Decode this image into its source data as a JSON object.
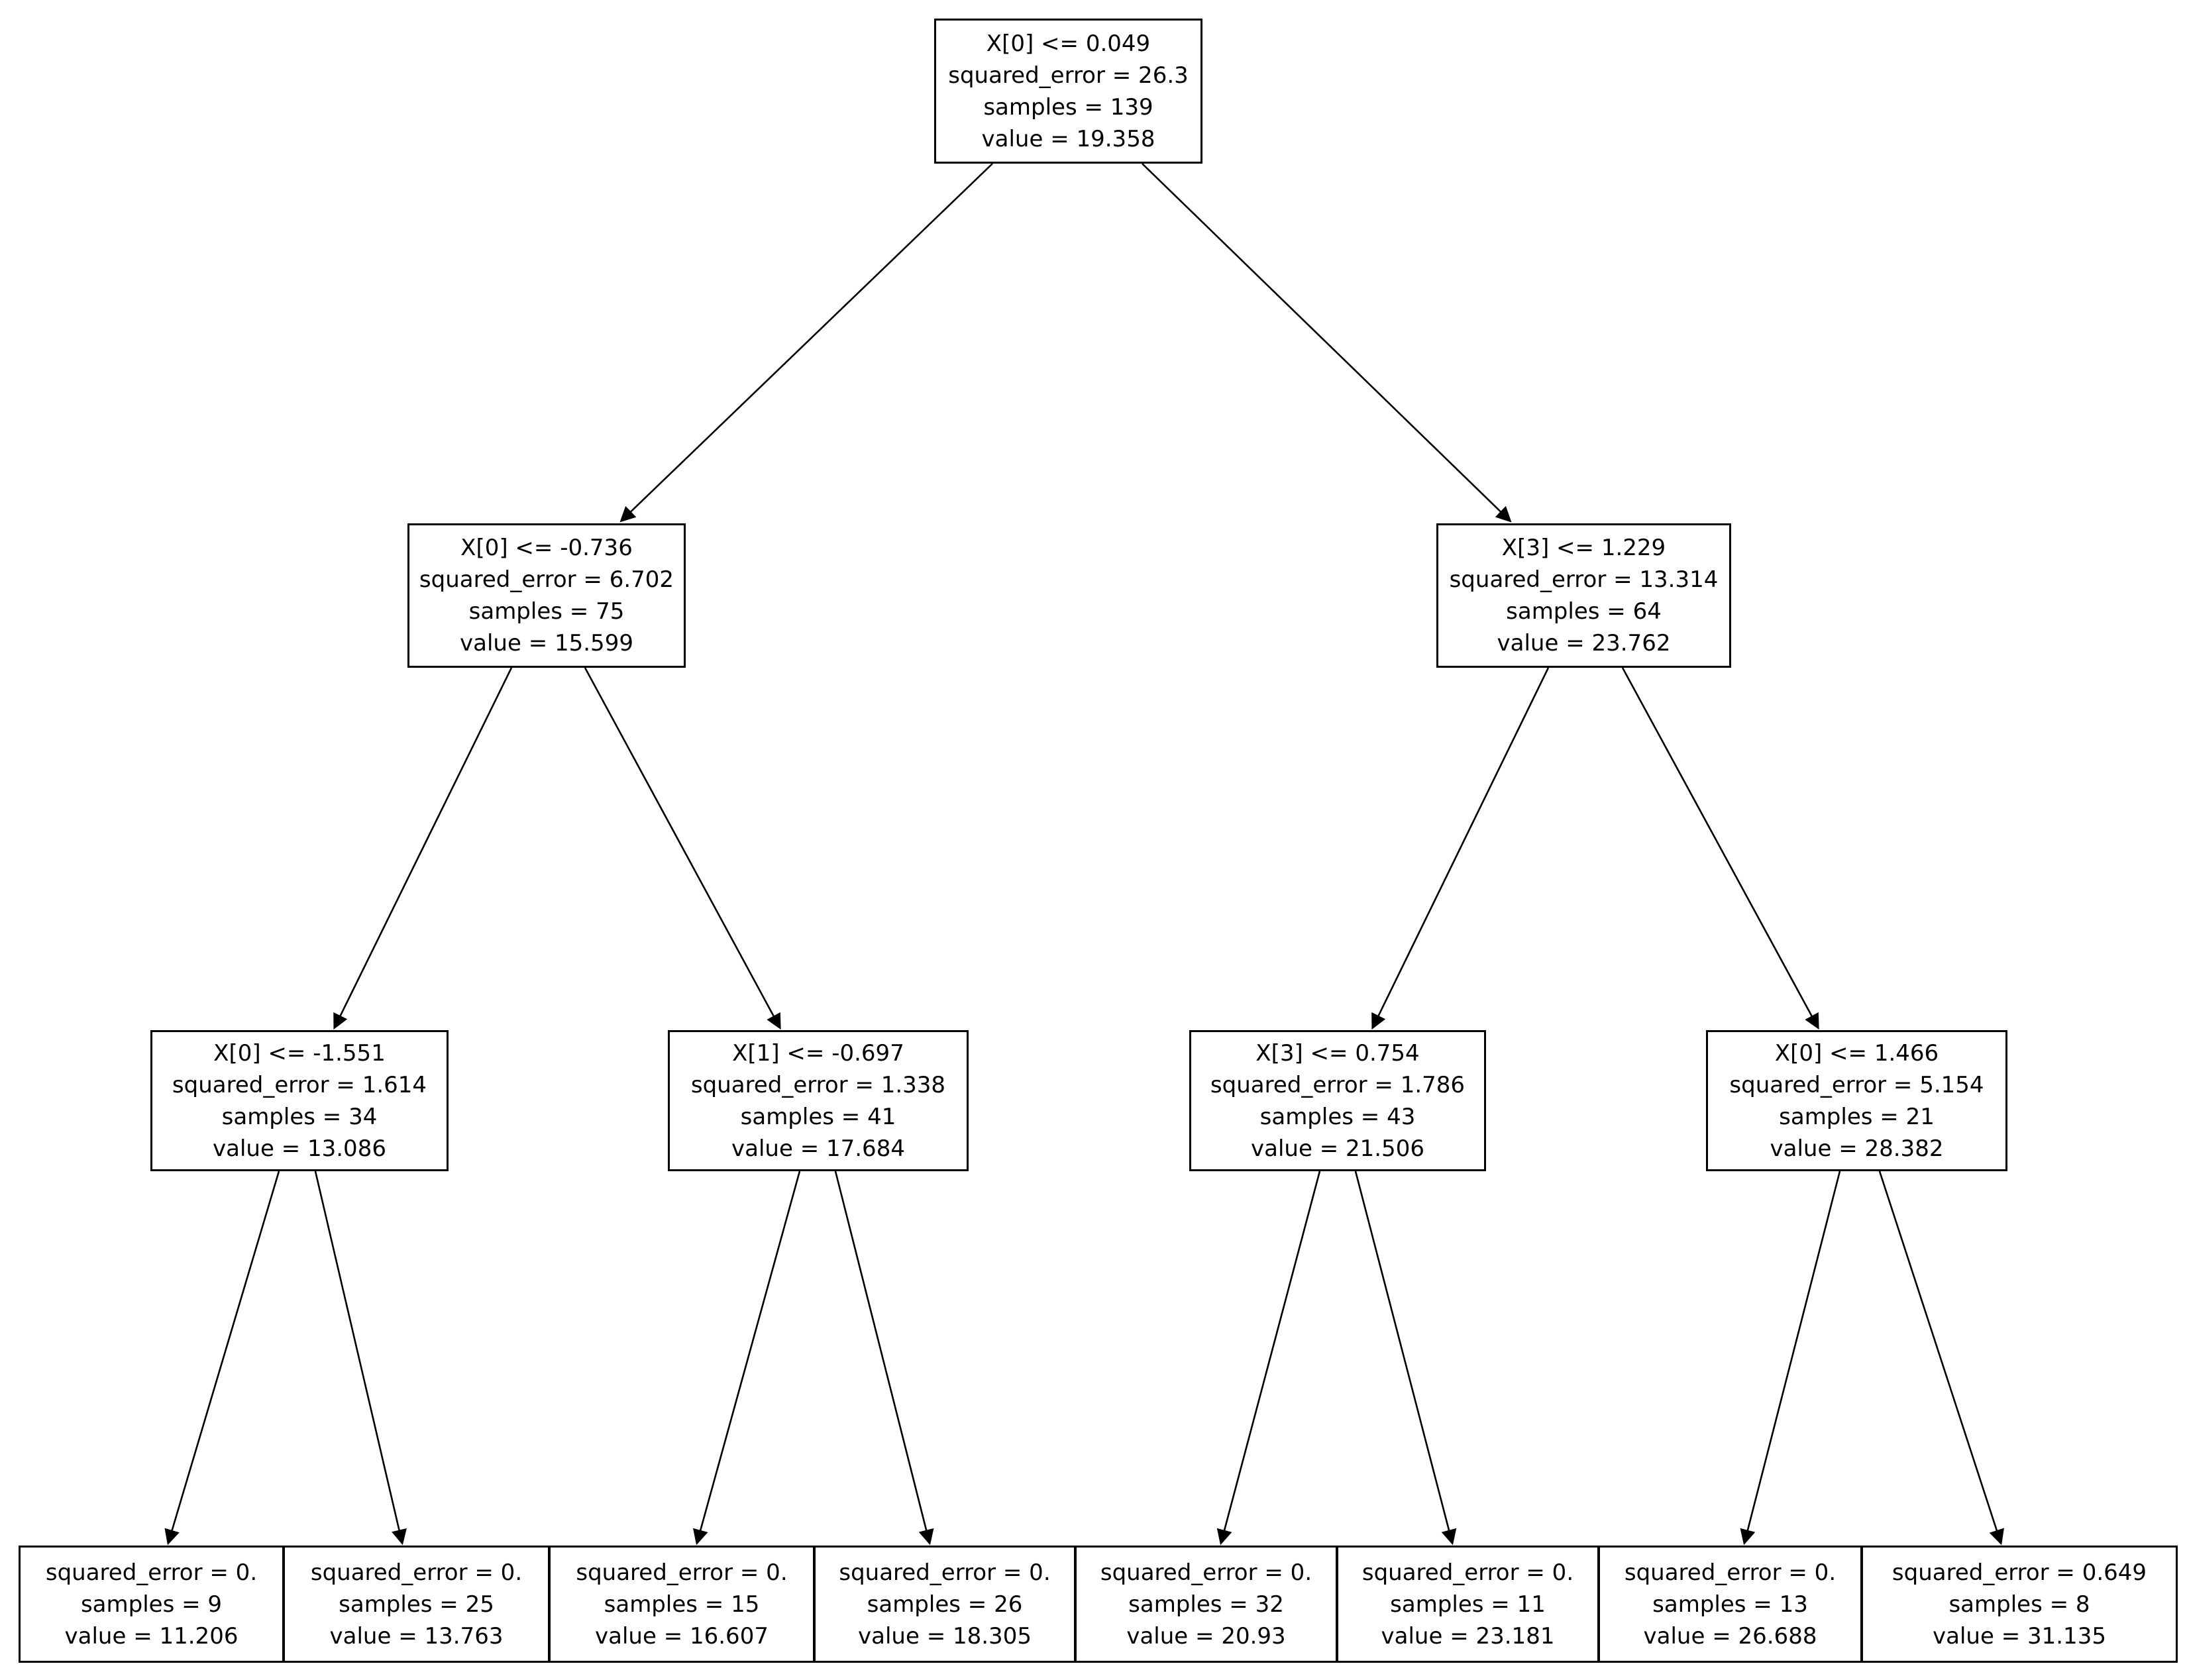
{
  "figure": {
    "background_color": "#ffffff",
    "box_fill_color": "#ffffff",
    "box_border_color": "#000000",
    "text_color": "#000000",
    "arrow_color": "#000000",
    "diagram_type": "decision-tree-regressor-plot"
  },
  "nodes": [
    {
      "id": "root",
      "depth": 0,
      "children": [
        1,
        8
      ],
      "condition": "X[0] <= 0.049",
      "squared_error": "squared_error = 26.3",
      "samples": "samples = 139",
      "value": "value = 19.358"
    },
    {
      "id": "d1-left",
      "depth": 1,
      "children": [
        2,
        5
      ],
      "condition": "X[0] <= -0.736",
      "squared_error": "squared_error = 6.702",
      "samples": "samples = 75",
      "value": "value = 15.599"
    },
    {
      "id": "d2-node1",
      "depth": 2,
      "children": [
        3,
        4
      ],
      "condition": "X[0] <= -1.551",
      "squared_error": "squared_error = 1.614",
      "samples": "samples = 34",
      "value": "value = 13.086"
    },
    {
      "id": "leaf1",
      "depth": 3,
      "children": [],
      "squared_error": "squared_error = 0.",
      "samples": "samples = 9",
      "value": "value = 11.206"
    },
    {
      "id": "leaf2",
      "depth": 3,
      "children": [],
      "squared_error": "squared_error = 0.",
      "samples": "samples = 25",
      "value": "value = 13.763"
    },
    {
      "id": "d2-node2",
      "depth": 2,
      "children": [
        6,
        7
      ],
      "condition": "X[1] <= -0.697",
      "squared_error": "squared_error = 1.338",
      "samples": "samples = 41",
      "value": "value = 17.684"
    },
    {
      "id": "leaf3",
      "depth": 3,
      "children": [],
      "squared_error": "squared_error = 0.",
      "samples": "samples = 15",
      "value": "value = 16.607"
    },
    {
      "id": "leaf4",
      "depth": 3,
      "children": [],
      "squared_error": "squared_error = 0.",
      "samples": "samples = 26",
      "value": "value = 18.305"
    },
    {
      "id": "d1-right",
      "depth": 1,
      "children": [
        9,
        12
      ],
      "condition": "X[3] <= 1.229",
      "squared_error": "squared_error = 13.314",
      "samples": "samples = 64",
      "value": "value = 23.762"
    },
    {
      "id": "d2-node3",
      "depth": 2,
      "children": [
        10,
        11
      ],
      "condition": "X[3] <= 0.754",
      "squared_error": "squared_error = 1.786",
      "samples": "samples = 43",
      "value": "value = 21.506"
    },
    {
      "id": "leaf5",
      "depth": 3,
      "children": [],
      "squared_error": "squared_error = 0.",
      "samples": "samples = 32",
      "value": "value = 20.93"
    },
    {
      "id": "leaf6",
      "depth": 3,
      "children": [],
      "squared_error": "squared_error = 0.",
      "samples": "samples = 11",
      "value": "value = 23.181"
    },
    {
      "id": "d2-node4",
      "depth": 2,
      "children": [
        13,
        14
      ],
      "condition": "X[0] <= 1.466",
      "squared_error": "squared_error = 5.154",
      "samples": "samples = 21",
      "value": "value = 28.382"
    },
    {
      "id": "leaf7",
      "depth": 3,
      "children": [],
      "squared_error": "squared_error = 0.",
      "samples": "samples = 13",
      "value": "value = 26.688"
    },
    {
      "id": "leaf8",
      "depth": 3,
      "children": [],
      "squared_error": "squared_error = 0.649",
      "samples": "samples = 8",
      "value": "value = 31.135"
    }
  ]
}
